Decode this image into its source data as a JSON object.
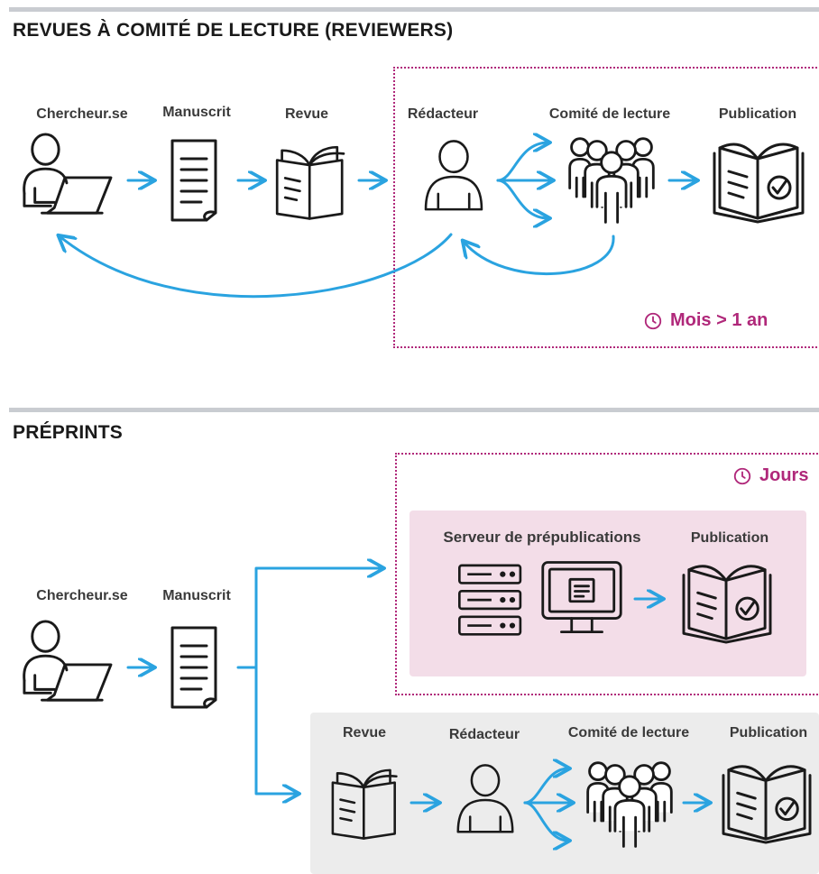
{
  "section1": {
    "title": "REVUES À COMITÉ DE LECTURE (REVIEWERS)",
    "labels": {
      "researcher": "Chercheur.se",
      "manuscript": "Manuscrit",
      "journal": "Revue",
      "editor": "Rédacteur",
      "committee": "Comité de lecture",
      "publication": "Publication"
    },
    "time": "Mois > 1 an"
  },
  "section2": {
    "title": "PRÉPRINTS",
    "time": "Jours",
    "labels": {
      "researcher": "Chercheur.se",
      "manuscript": "Manuscrit",
      "preprint_server": "Serveur de prépublications",
      "publication_top": "Publication",
      "journal": "Revue",
      "editor": "Rédacteur",
      "committee": "Comité de lecture",
      "publication_bottom": "Publication"
    }
  },
  "colors": {
    "arrow": "#2aa3e0",
    "accent": "#b0287a",
    "pink_box": "#f3dde8",
    "grey_box": "#ececec"
  },
  "icons": [
    "researcher-icon",
    "manuscript-icon",
    "journal-icon",
    "editor-icon",
    "committee-icon",
    "publication-icon",
    "server-icon",
    "monitor-icon",
    "clock-icon"
  ]
}
